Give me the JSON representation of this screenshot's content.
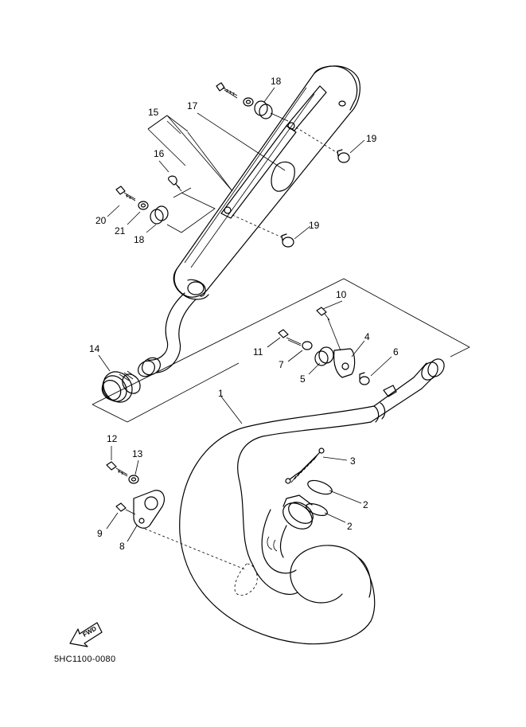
{
  "diagram": {
    "code": "5HC1100-0080",
    "fwd_label": "FWD",
    "callouts": {
      "c1": "1",
      "c2a": "2",
      "c2b": "2",
      "c3": "3",
      "c4": "4",
      "c5": "5",
      "c6": "6",
      "c7": "7",
      "c8": "8",
      "c9": "9",
      "c10": "10",
      "c11": "11",
      "c12": "12",
      "c13": "13",
      "c14": "14",
      "c15": "15",
      "c16": "16",
      "c17": "17",
      "c18a": "18",
      "c18b": "18",
      "c19a": "19",
      "c19b": "19",
      "c20": "20",
      "c21": "21"
    }
  }
}
